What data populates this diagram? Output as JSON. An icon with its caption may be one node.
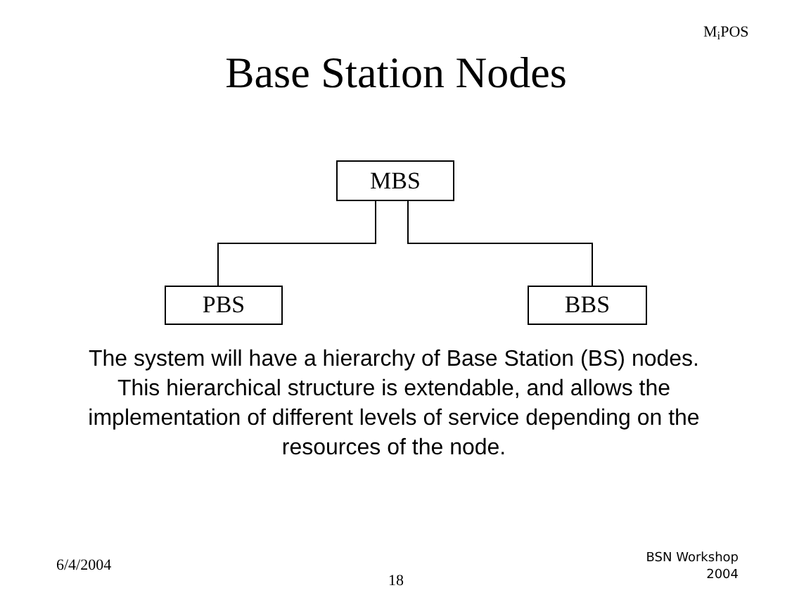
{
  "diagram": {
    "title": "Base Station Nodes",
    "nodes": [
      {
        "text": [
          "MBS"
        ]
      },
      {
        "text": [
          "PBS"
        ]
      },
      {
        "text": [
          "BBS"
        ]
      }
    ],
    "edges": [
      {
        "from": 0,
        "to": 1,
        "arrow": "none"
      },
      {
        "from": 0,
        "to": 2,
        "arrow": "none"
      }
    ],
    "labels": [
      "M$_{i}$POS",
      "The system will have a hierarchy of Base Station (BS) nodes. This hierarchical structure is extendable, and allows the implementation of different levels of service depending on the resources of the node.",
      "6/4/2004",
      "18",
      "BSN Workshop 2004"
    ]
  }
}
